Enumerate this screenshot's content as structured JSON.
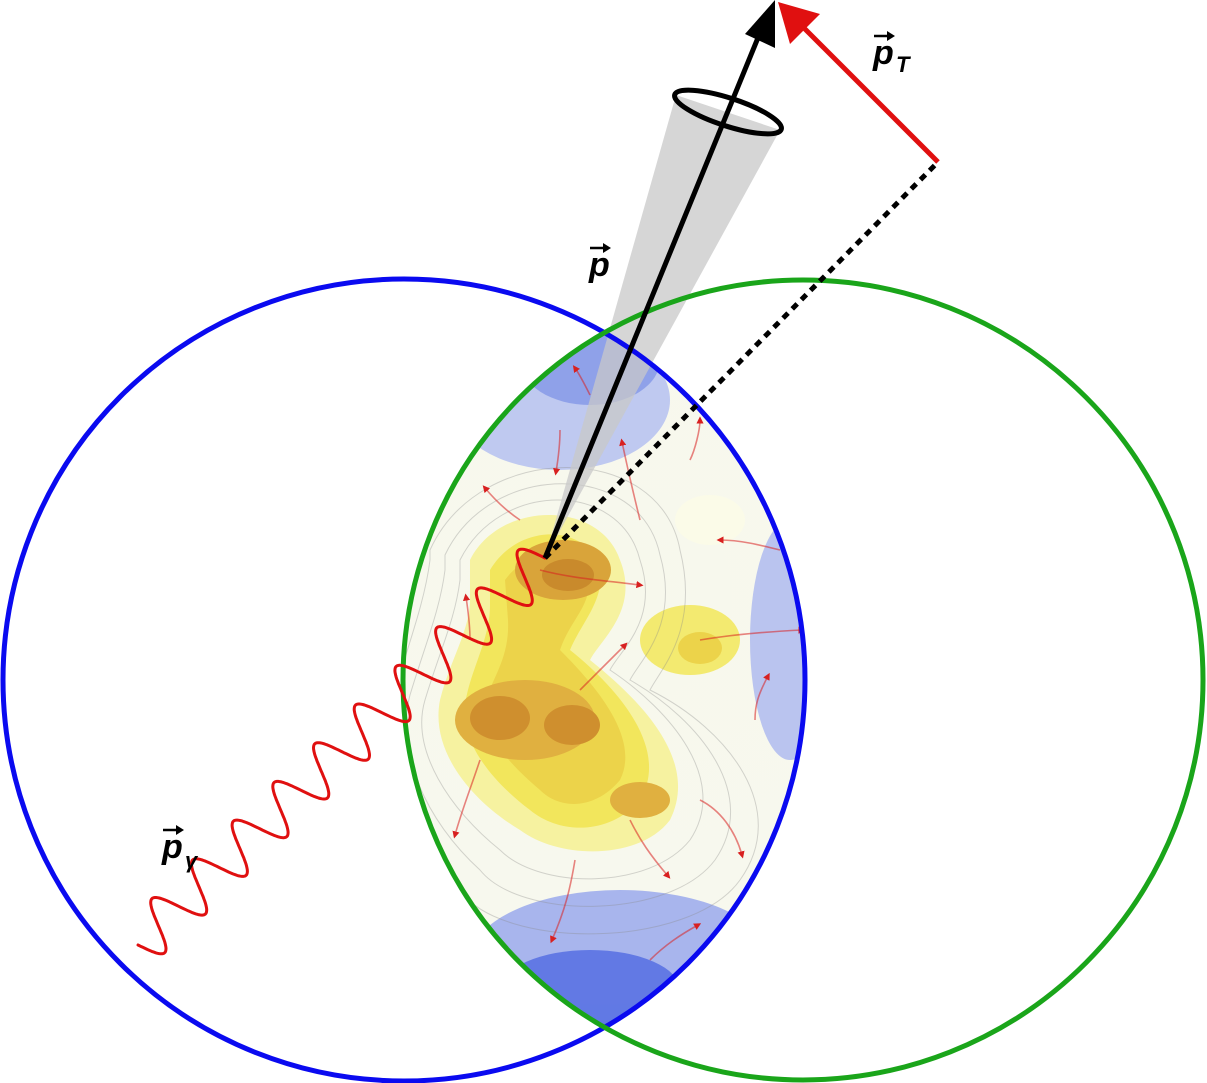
{
  "diagram": {
    "labels": {
      "p": {
        "symbol": "p",
        "subscript": ""
      },
      "p_T": {
        "symbol": "p",
        "subscript": "T"
      },
      "p_gamma": {
        "symbol": "p",
        "subscript": "γ"
      }
    },
    "colors": {
      "nucleus_left": "#0a0af0",
      "nucleus_right": "#1aa51a",
      "photon": "#e01010",
      "transverse_momentum": "#e01010",
      "momentum_arrow": "#000000",
      "cone": "#c8c8c8",
      "density_high": "#d98a1a",
      "density_mid": "#f3ea4a",
      "density_low": "#f7f8e8",
      "density_edge": "#3f5ee0",
      "flow_arrows": "#d82020"
    }
  }
}
